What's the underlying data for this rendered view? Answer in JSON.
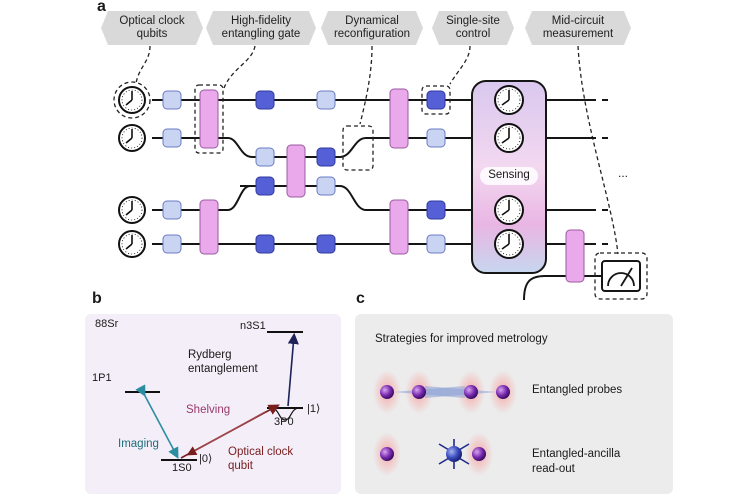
{
  "panel_a": {
    "letter": "a",
    "callouts": [
      {
        "line1": "Optical clock",
        "line2": "qubits"
      },
      {
        "line1": "High-fidelity",
        "line2": "entangling gate"
      },
      {
        "line1": "Dynamical",
        "line2": "reconfiguration"
      },
      {
        "line1": "Single-site",
        "line2": "control"
      },
      {
        "line1": "Mid-circuit",
        "line2": "measurement"
      }
    ],
    "sensing_label": "Sensing",
    "ellipsis": "..."
  },
  "panel_b": {
    "letter": "b",
    "isotope": "88Sr",
    "level_1P1": "1P1",
    "level_n3S1": "n3S1",
    "level_3P0": "3P0",
    "level_1S0": "1S0",
    "ket_1": "|1⟩",
    "ket_0": "|0⟩",
    "rydberg_line1": "Rydberg",
    "rydberg_line2": "entanglement",
    "shelving": "Shelving",
    "imaging": "Imaging",
    "optical_line1": "Optical clock",
    "optical_line2": "qubit"
  },
  "panel_c": {
    "letter": "c",
    "title": "Strategies for improved metrology",
    "item1": "Entangled probes",
    "item2_line1": "Entangled-ancilla",
    "item2_line2": "read-out"
  },
  "colors": {
    "light_gate": "#c9d3f2",
    "dark_gate": "#5560d6",
    "pink_gate": "#e9a9ea",
    "panel_b_bg": "#f3eef8",
    "panel_c_bg": "#ececec",
    "callout_bg": "#d9d9d9"
  }
}
